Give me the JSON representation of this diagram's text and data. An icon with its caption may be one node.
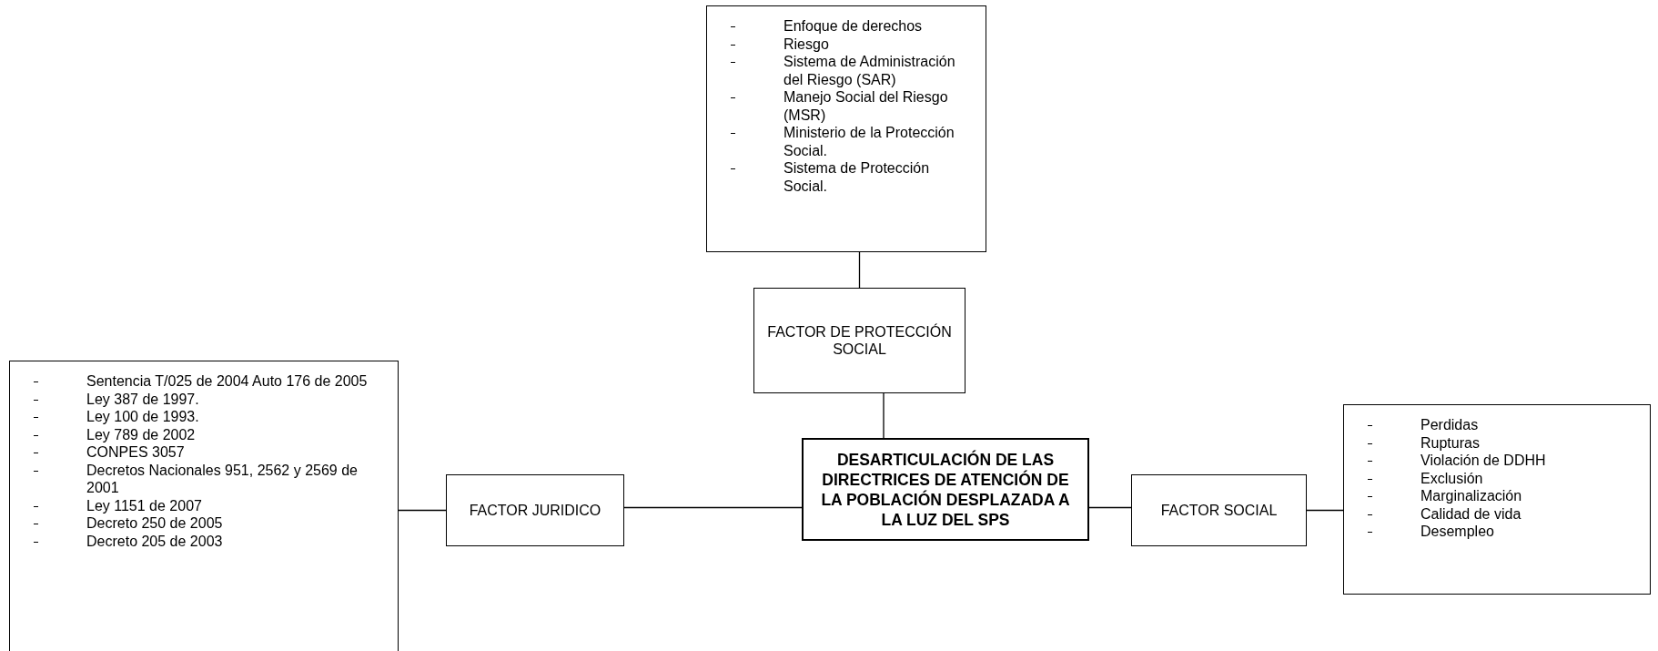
{
  "diagram": {
    "nodes": [
      {
        "text": [
          "Enfoque de derechos",
          "Riesgo",
          "Sistema de Administración del Riesgo (SAR)",
          "Manejo Social del Riesgo (MSR)",
          "Ministerio de la Protección Social.",
          "Sistema de Protección Social."
        ]
      },
      {
        "text": [
          "FACTOR DE PROTECCIÓN SOCIAL"
        ]
      },
      {
        "text": [
          "Sentencia T/025 de 2004 Auto 176 de 2005",
          "Ley 387 de 1997.",
          "Ley 100 de 1993.",
          "Ley 789 de 2002",
          "CONPES 3057",
          "Decretos Nacionales 951, 2562 y 2569 de 2001",
          "Ley 1151 de 2007",
          "Decreto 250 de 2005",
          "Decreto 205 de 2003"
        ]
      },
      {
        "text": [
          "FACTOR JURIDICO"
        ]
      },
      {
        "text": [
          "DESARTICULACIÓN DE LAS DIRECTRICES DE ATENCIÓN DE LA POBLACIÓN DESPLAZADA A LA LUZ DEL  SPS"
        ]
      },
      {
        "text": [
          "FACTOR SOCIAL"
        ]
      },
      {
        "text": [
          "Perdidas",
          "Rupturas",
          "Violación de DDHH",
          "Exclusión",
          "Marginalización",
          "Calidad de vida",
          "Desempleo"
        ]
      }
    ],
    "edges": [
      {
        "from": 0,
        "to": 1,
        "arrow": "none"
      },
      {
        "from": 1,
        "to": 4,
        "arrow": "none"
      },
      {
        "from": 2,
        "to": 3,
        "arrow": "none"
      },
      {
        "from": 3,
        "to": 4,
        "arrow": "none"
      },
      {
        "from": 4,
        "to": 5,
        "arrow": "none"
      },
      {
        "from": 5,
        "to": 6,
        "arrow": "none"
      }
    ]
  }
}
